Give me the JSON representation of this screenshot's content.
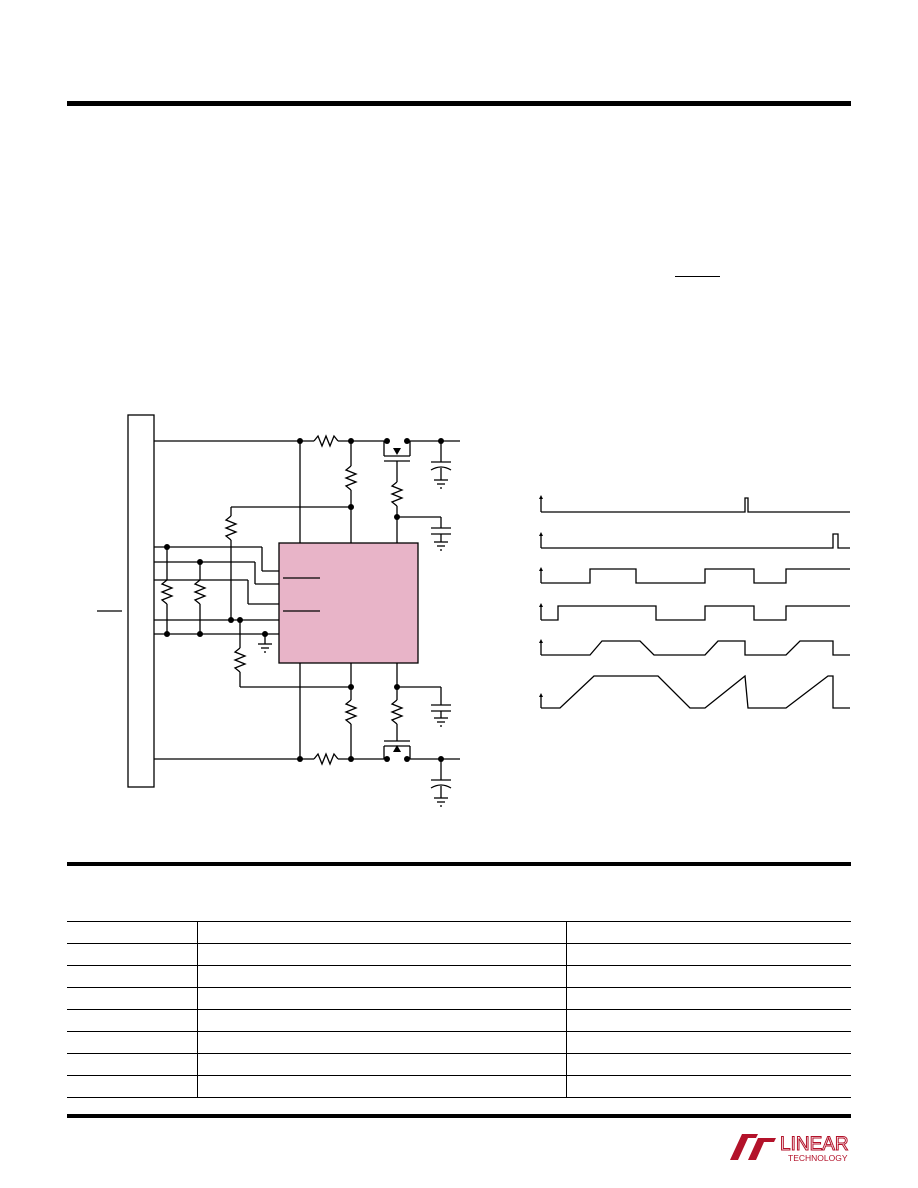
{
  "page": {
    "background": "#ffffff",
    "ink": "#000000"
  },
  "schematic": {
    "ic_fill": "#e8b4c8",
    "ic_stroke": "#000000"
  },
  "waveforms": {
    "channels": 6
  },
  "table": {
    "rows": 8,
    "columns": 3
  },
  "logo": {
    "brand": "LINEAR",
    "sub": "TECHNOLOGY",
    "color": "#b3122a"
  }
}
